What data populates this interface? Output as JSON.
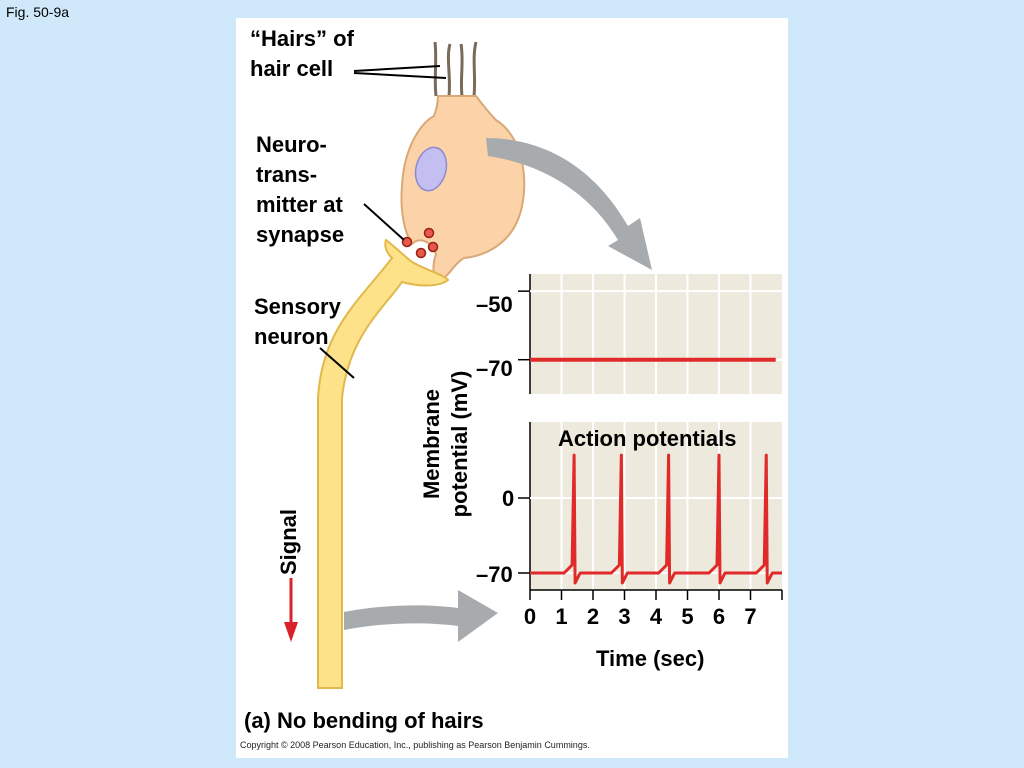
{
  "figure_label": "Fig. 50-9a",
  "labels": {
    "hairs_line1": "“Hairs” of",
    "hairs_line2": "hair cell",
    "nt_line1": "Neuro-",
    "nt_line2": "trans-",
    "nt_line3": "mitter at",
    "nt_line4": "synapse",
    "sensory_line1": "Sensory",
    "sensory_line2": "neuron",
    "signal": "Signal",
    "ylabel_line1": "Membrane",
    "ylabel_line2": "potential (mV)",
    "action_potentials": "Action potentials",
    "xlabel": "Time (sec)",
    "caption": "(a) No bending of hairs",
    "copyright": "Copyright © 2008 Pearson Education, Inc., publishing as Pearson Benjamin Cummings."
  },
  "colors": {
    "background": "#cfe9fb",
    "plot_bg": "#ede9dc",
    "trace": "#e02a2a",
    "cell_fill": "#fcd3a8",
    "neuron_fill": "#fde28a",
    "nucleus": "#c3bff0",
    "arrow": "#a8abae",
    "signal_arrow": "#d9222a"
  },
  "chart_data": [
    {
      "type": "line",
      "ylabel": "Membrane potential (mV)",
      "y_ticks": [
        "–50",
        "–70"
      ],
      "series": [
        {
          "values": [
            [
              0,
              -70
            ],
            [
              7.8,
              -70
            ]
          ]
        }
      ],
      "xlim": [
        0,
        8
      ],
      "ylim": [
        -80,
        -45
      ]
    },
    {
      "type": "line",
      "title": "Action potentials",
      "xlabel": "Time (sec)",
      "x_ticks": [
        "0",
        "1",
        "2",
        "3",
        "4",
        "5",
        "6",
        "7"
      ],
      "y_ticks": [
        "0",
        "–70"
      ],
      "spike_times_sec": [
        1.4,
        2.9,
        4.4,
        6.0,
        7.5
      ],
      "resting_mV": -70,
      "peak_mV": 40,
      "xlim": [
        0,
        8
      ]
    }
  ]
}
